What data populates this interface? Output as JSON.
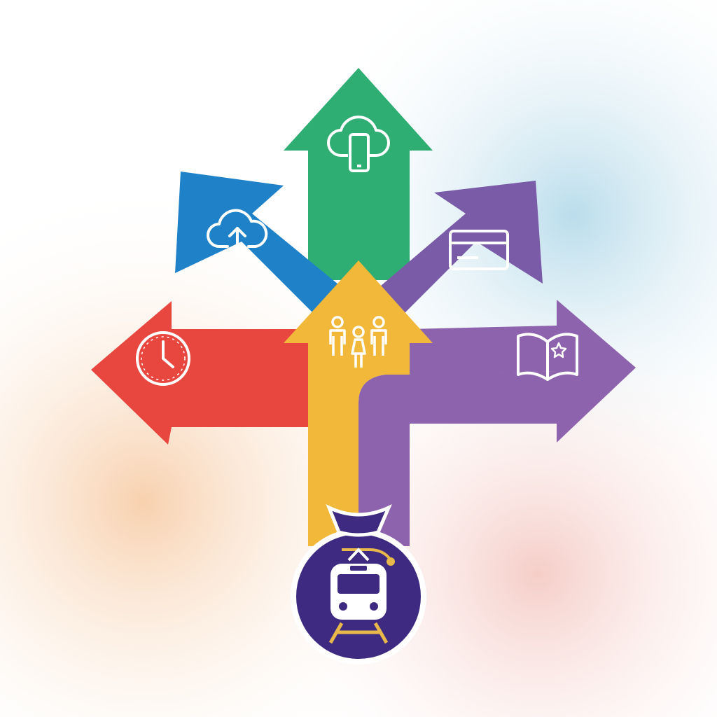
{
  "colors": {
    "green": "#2fae74",
    "blue": "#1f82c9",
    "purple_upper": "#7a5ba8",
    "red": "#e8473f",
    "yellow": "#f2b83a",
    "purple_right": "#8e63ad",
    "badge_fill": "#3e2a80",
    "badge_accent": "#e8b84a"
  },
  "arrows": [
    {
      "direction": "up",
      "color": "green",
      "icon": "cloud-smartphone-icon"
    },
    {
      "direction": "up-left",
      "color": "blue",
      "icon": "cloud-upload-icon"
    },
    {
      "direction": "up-right",
      "color": "purple_upper",
      "icon": "credit-card-icon"
    },
    {
      "direction": "left",
      "color": "red",
      "icon": "clock-icon"
    },
    {
      "direction": "up",
      "color": "yellow",
      "icon": "family-icon"
    },
    {
      "direction": "right",
      "color": "purple_right",
      "icon": "open-book-star-icon"
    }
  ],
  "badge": {
    "icon": "money-bag-train-icon"
  }
}
